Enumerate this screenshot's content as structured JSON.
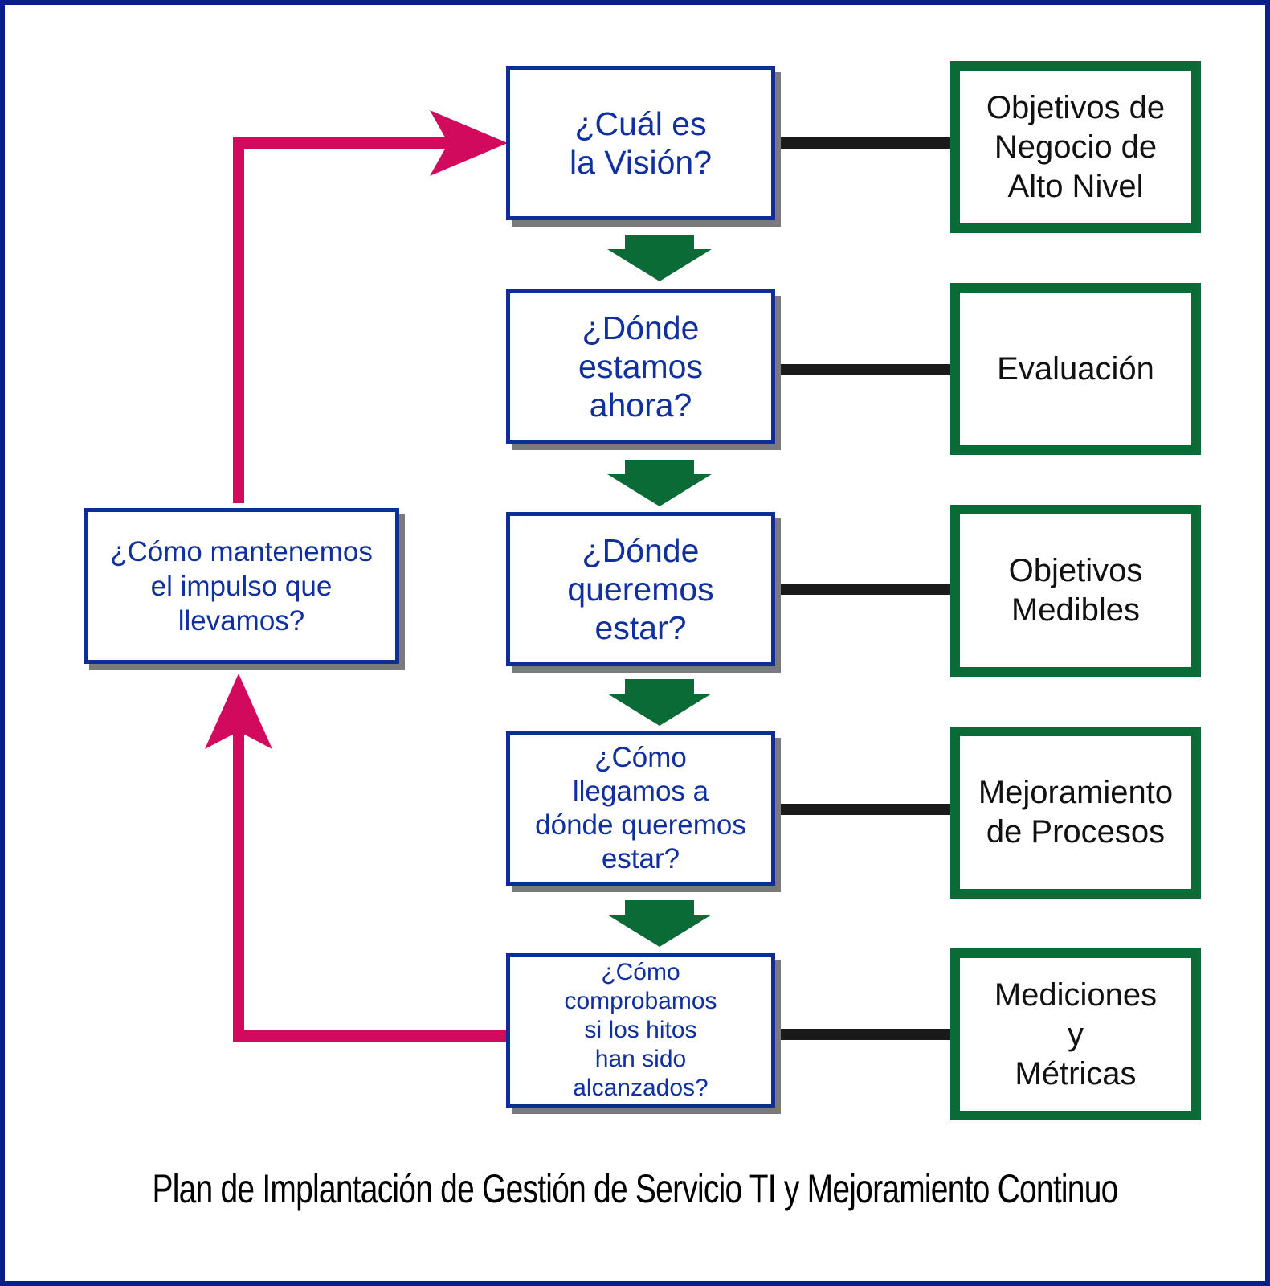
{
  "colors": {
    "frame": "#0a1f8a",
    "question_border": "#0c2e96",
    "question_text": "#1030a0",
    "result_border": "#0b6b36",
    "flow_arrow": "#0b6b36",
    "loop_arrow": "#d10a5e",
    "connector": "#1a1a1a"
  },
  "steps": [
    {
      "question": "¿Cuál es\nla Visión?",
      "result": "Objetivos de\nNegocio de\nAlto Nivel"
    },
    {
      "question": "¿Dónde\nestamos\nahora?",
      "result": "Evaluación"
    },
    {
      "question": "¿Dónde\nqueremos\nestar?",
      "result": "Objetivos\nMedibles"
    },
    {
      "question": "¿Cómo\nllegamos a\ndónde queremos\nestar?",
      "result": "Mejoramiento\nde Procesos"
    },
    {
      "question": "¿Cómo\ncomprobamos\nsi los hitos\nhan sido\nalcanzados?",
      "result": "Mediciones\ny\nMétricas"
    }
  ],
  "loop_question": "¿Cómo mantenemos\nel impulso que\nllevamos?",
  "caption": "Plan de Implantación de Gestión de Servicio TI y Mejoramiento Continuo"
}
